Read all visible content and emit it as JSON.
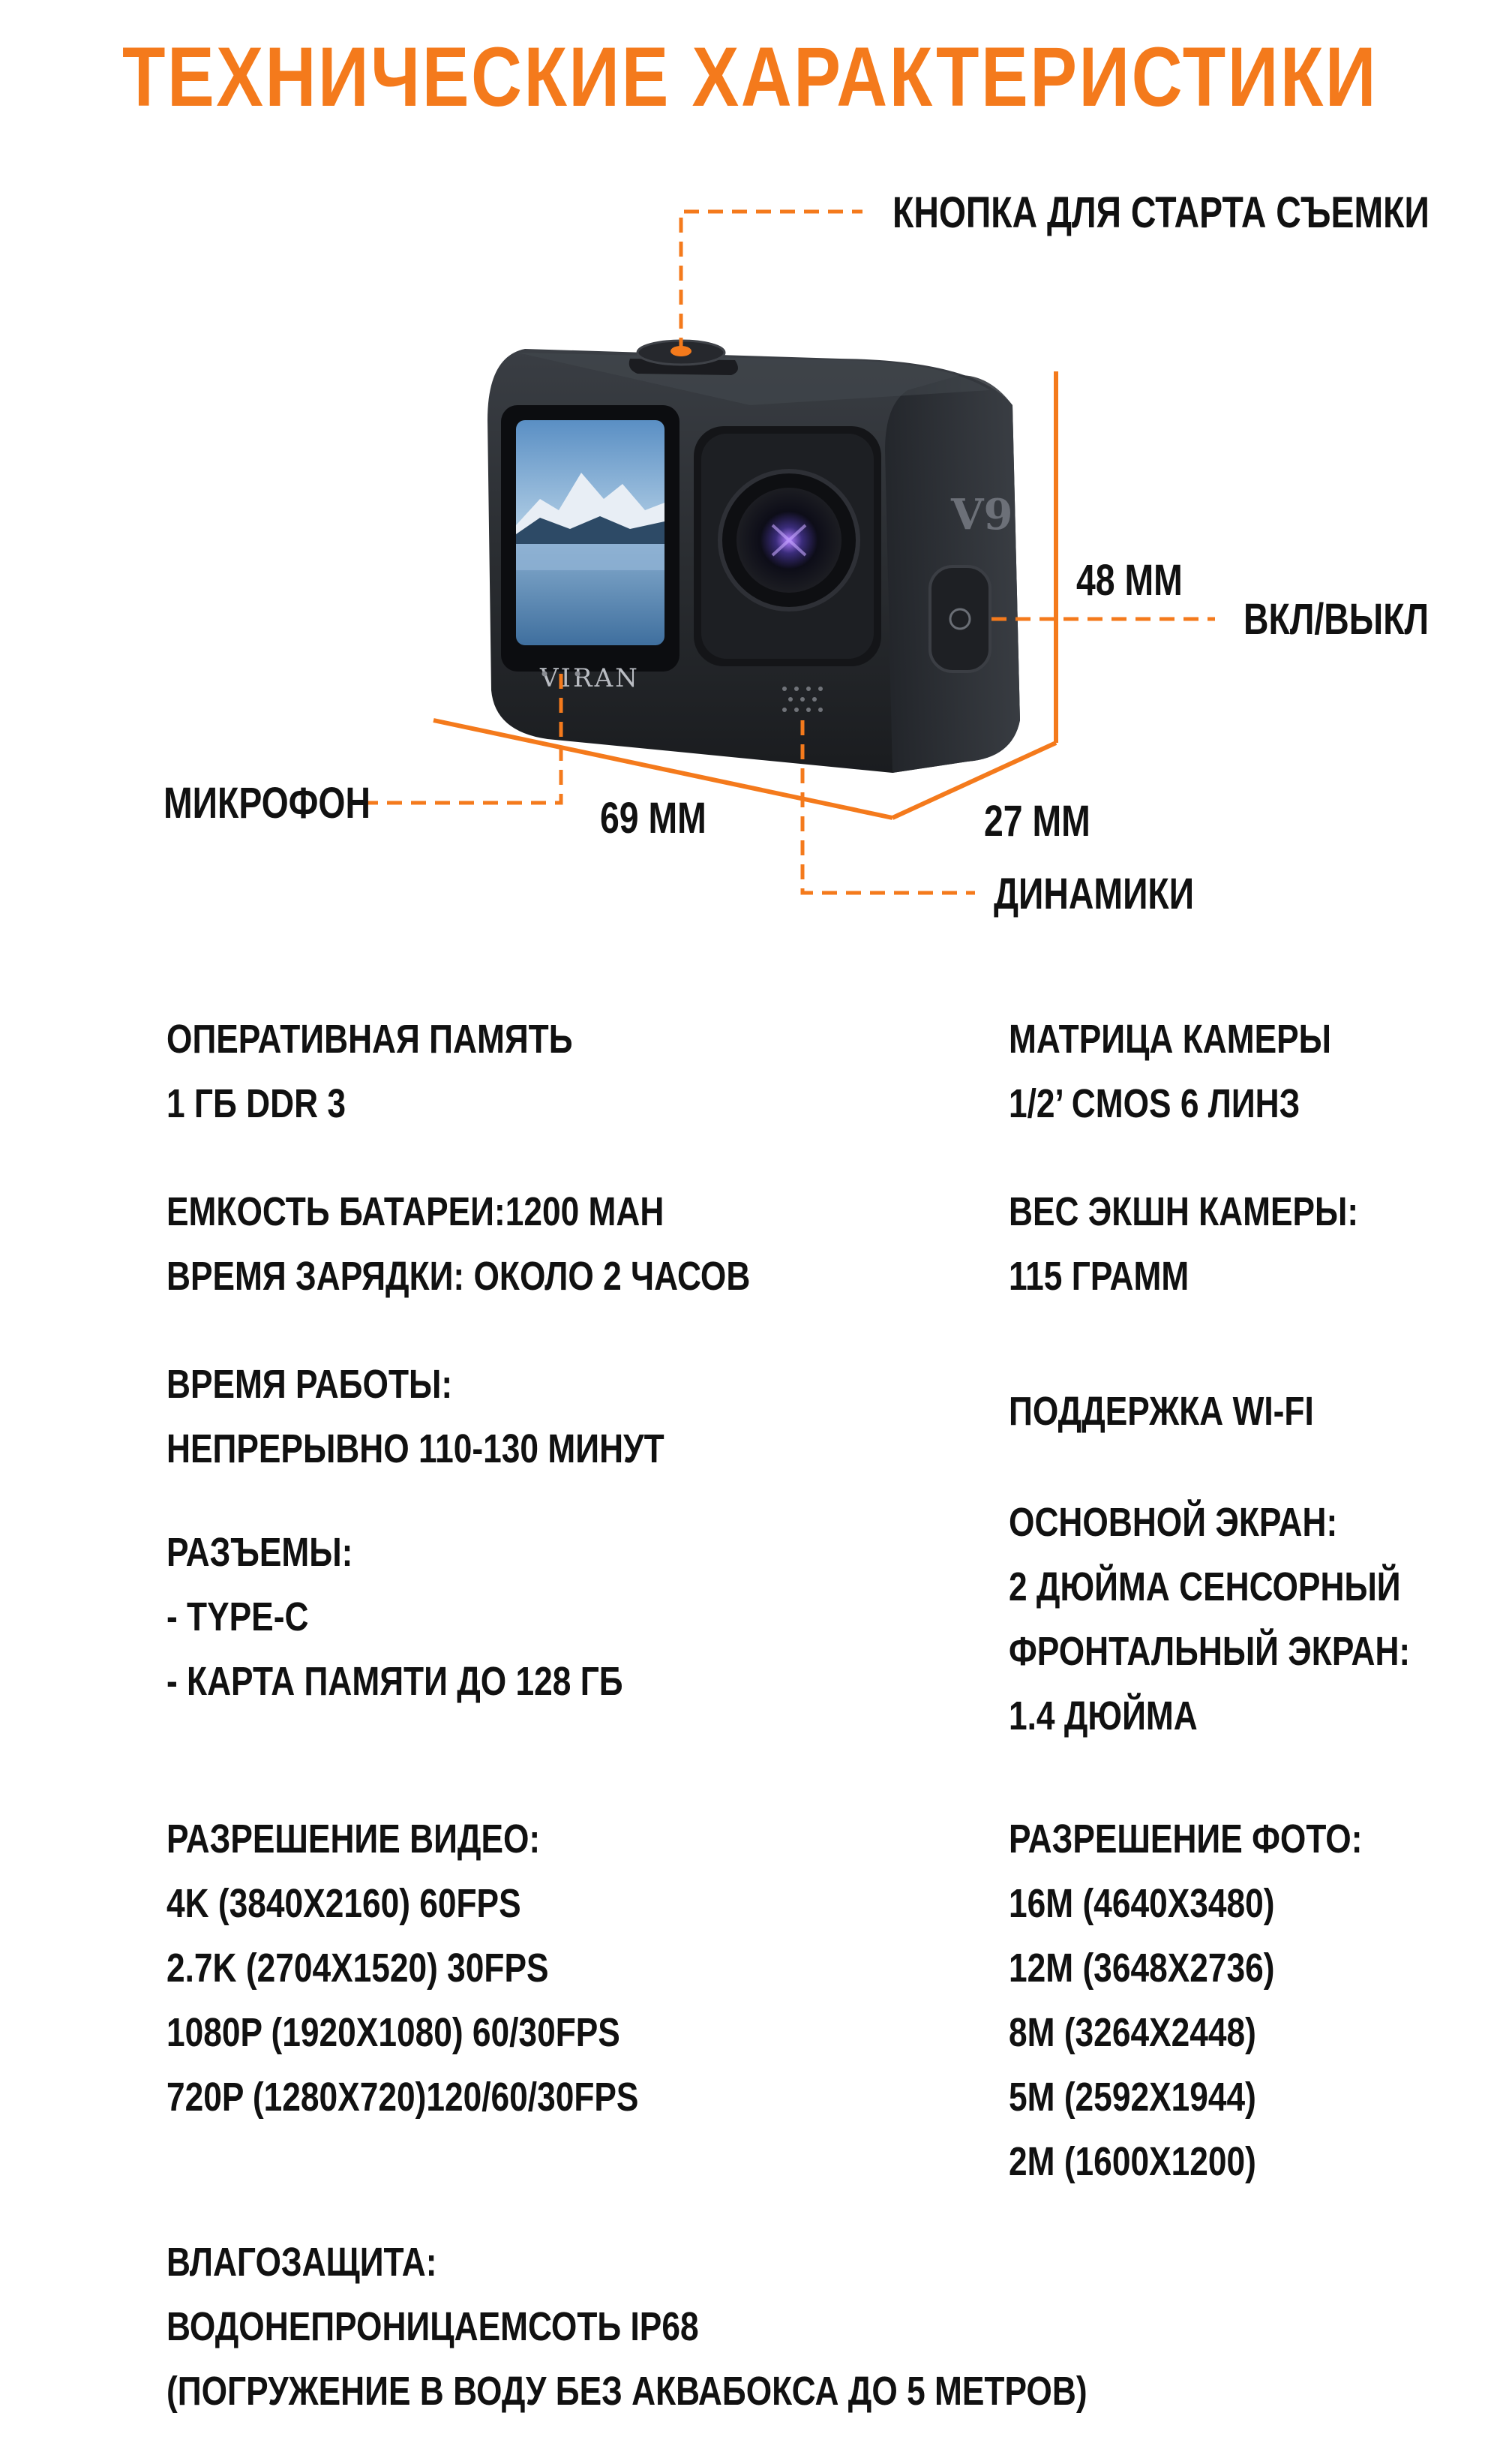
{
  "title": "ТЕХНИЧЕСКИЕ ХАРАКТЕРИСТИКИ",
  "camera": {
    "brand": "VIRAN",
    "model": "V9"
  },
  "callouts": {
    "record_button": "КНОПКА ДЛЯ СТАРТА СЪЕМКИ",
    "power": "ВКЛ/ВЫКЛ",
    "microphone": "МИКРОФОН",
    "speakers": "ДИНАМИКИ",
    "height": "48 ММ",
    "width": "69 ММ",
    "depth": "27 ММ"
  },
  "specs_left": [
    [
      "ОПЕРАТИВНАЯ ПАМЯТЬ",
      "1 ГБ DDR 3"
    ],
    [
      "ЕМКОСТЬ БАТАРЕИ:1200 МАН",
      "ВРЕМЯ ЗАРЯДКИ: ОКОЛО 2 ЧАСОВ"
    ],
    [
      "ВРЕМЯ РАБОТЫ:",
      "НЕПРЕРЫВНО 110-130 МИНУТ"
    ],
    [
      "РАЗЪЕМЫ:",
      "- TYPE-C",
      "- КАРТА ПАМЯТИ ДО 128 ГБ"
    ],
    [
      "РАЗРЕШЕНИЕ ВИДЕО:",
      "4K (3840X2160) 60FPS",
      "2.7K (2704X1520) 30FPS",
      "1080P (1920X1080) 60/30FPS",
      "720P (1280X720)120/60/30FPS"
    ],
    [
      "ВЛАГОЗАЩИТА:",
      "ВОДОНЕПРОНИЦАЕМСОТЬ IP68",
      "(ПОГРУЖЕНИЕ В ВОДУ БЕЗ АКВАБОКСА ДО 5 МЕТРОВ)"
    ]
  ],
  "specs_right": [
    [
      "МАТРИЦА КАМЕРЫ",
      "1/2’ CMOS 6 ЛИНЗ"
    ],
    [
      "ВЕС ЭКШН КАМЕРЫ:",
      "115 ГРАММ"
    ],
    [
      "ПОДДЕРЖКА WI-FI"
    ],
    [
      "ОСНОВНОЙ ЭКРАН:",
      "2 ДЮЙМА СЕНСОРНЫЙ",
      "ФРОНТАЛЬНЫЙ ЭКРАН:",
      "1.4 ДЮЙМА"
    ],
    [
      "РАЗРЕШЕНИЕ ФОТО:",
      "16M (4640X3480)",
      "12M (3648X2736)",
      "8M (3264X2448)",
      "5M (2592X1944)",
      "2M (1600X1200)"
    ]
  ],
  "colors": {
    "accent": "#f47a1c",
    "text": "#111111",
    "camera_body": "#2a2d31"
  }
}
